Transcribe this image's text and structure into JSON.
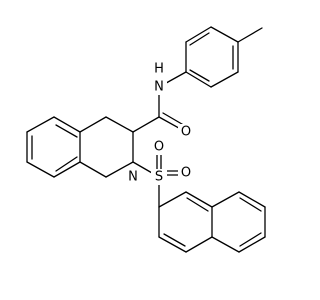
{
  "molecule": {
    "atoms": {
      "amide_n": {
        "label": "N",
        "h_label": "H",
        "color": "#000000"
      },
      "amide_o": {
        "label": "O",
        "color": "#000000"
      },
      "ring_n": {
        "label": "N",
        "color": "#000000"
      },
      "sulfur": {
        "label": "S",
        "color": "#000000"
      },
      "sulfonyl_o_left": {
        "label": "O",
        "color": "#000000"
      },
      "sulfonyl_o_right": {
        "label": "O",
        "color": "#000000"
      }
    }
  }
}
